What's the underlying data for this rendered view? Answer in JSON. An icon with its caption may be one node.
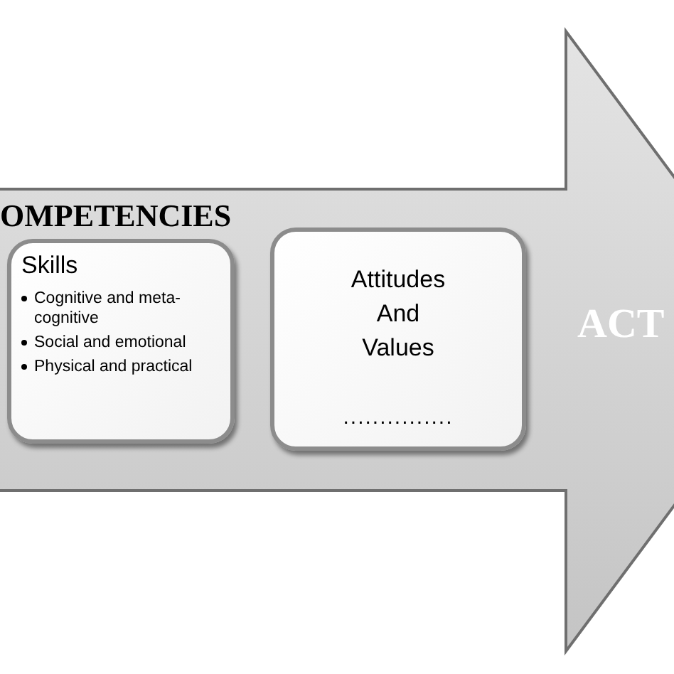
{
  "diagram": {
    "nodes": [
      {
        "text": [
          "OMPETENCIES",
          "ACT"
        ]
      },
      {
        "text": [
          "Skills",
          "Cognitive and meta-cognitive",
          "Social and emotional",
          "Physical and practical"
        ],
        "in": 0
      },
      {
        "text": [
          "Attitudes And Values",
          "..............."
        ],
        "in": 0
      }
    ]
  }
}
